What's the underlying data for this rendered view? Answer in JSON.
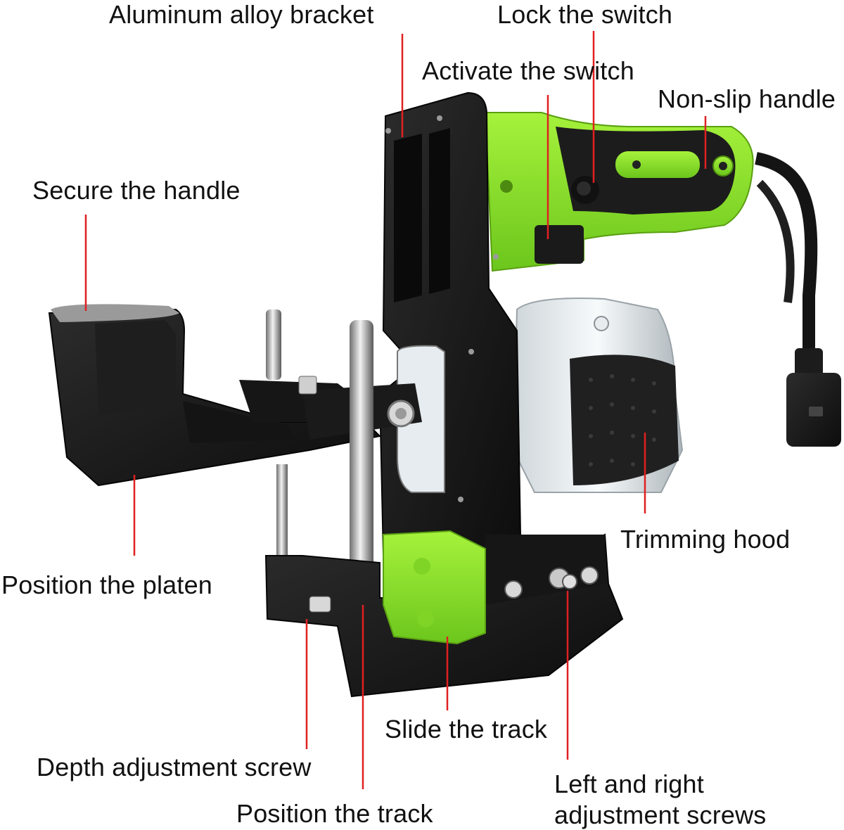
{
  "labels": {
    "aluminum_bracket": "Aluminum alloy bracket",
    "lock_switch": "Lock the switch",
    "activate_switch": "Activate the switch",
    "non_slip_handle": "Non-slip handle",
    "secure_handle": "Secure the handle",
    "trimming_hood": "Trimming hood",
    "position_platen": "Position the platen",
    "slide_track": "Slide the track",
    "depth_screw": "Depth adjustment screw",
    "left_right_line1": "Left and right",
    "left_right_line2": "adjustment screws",
    "position_track": "Position the track"
  },
  "colors": {
    "leader_line": "#e02020",
    "tool_green": "#8ee62c",
    "body_black": "#1b1b1b",
    "label_text": "#111111"
  }
}
